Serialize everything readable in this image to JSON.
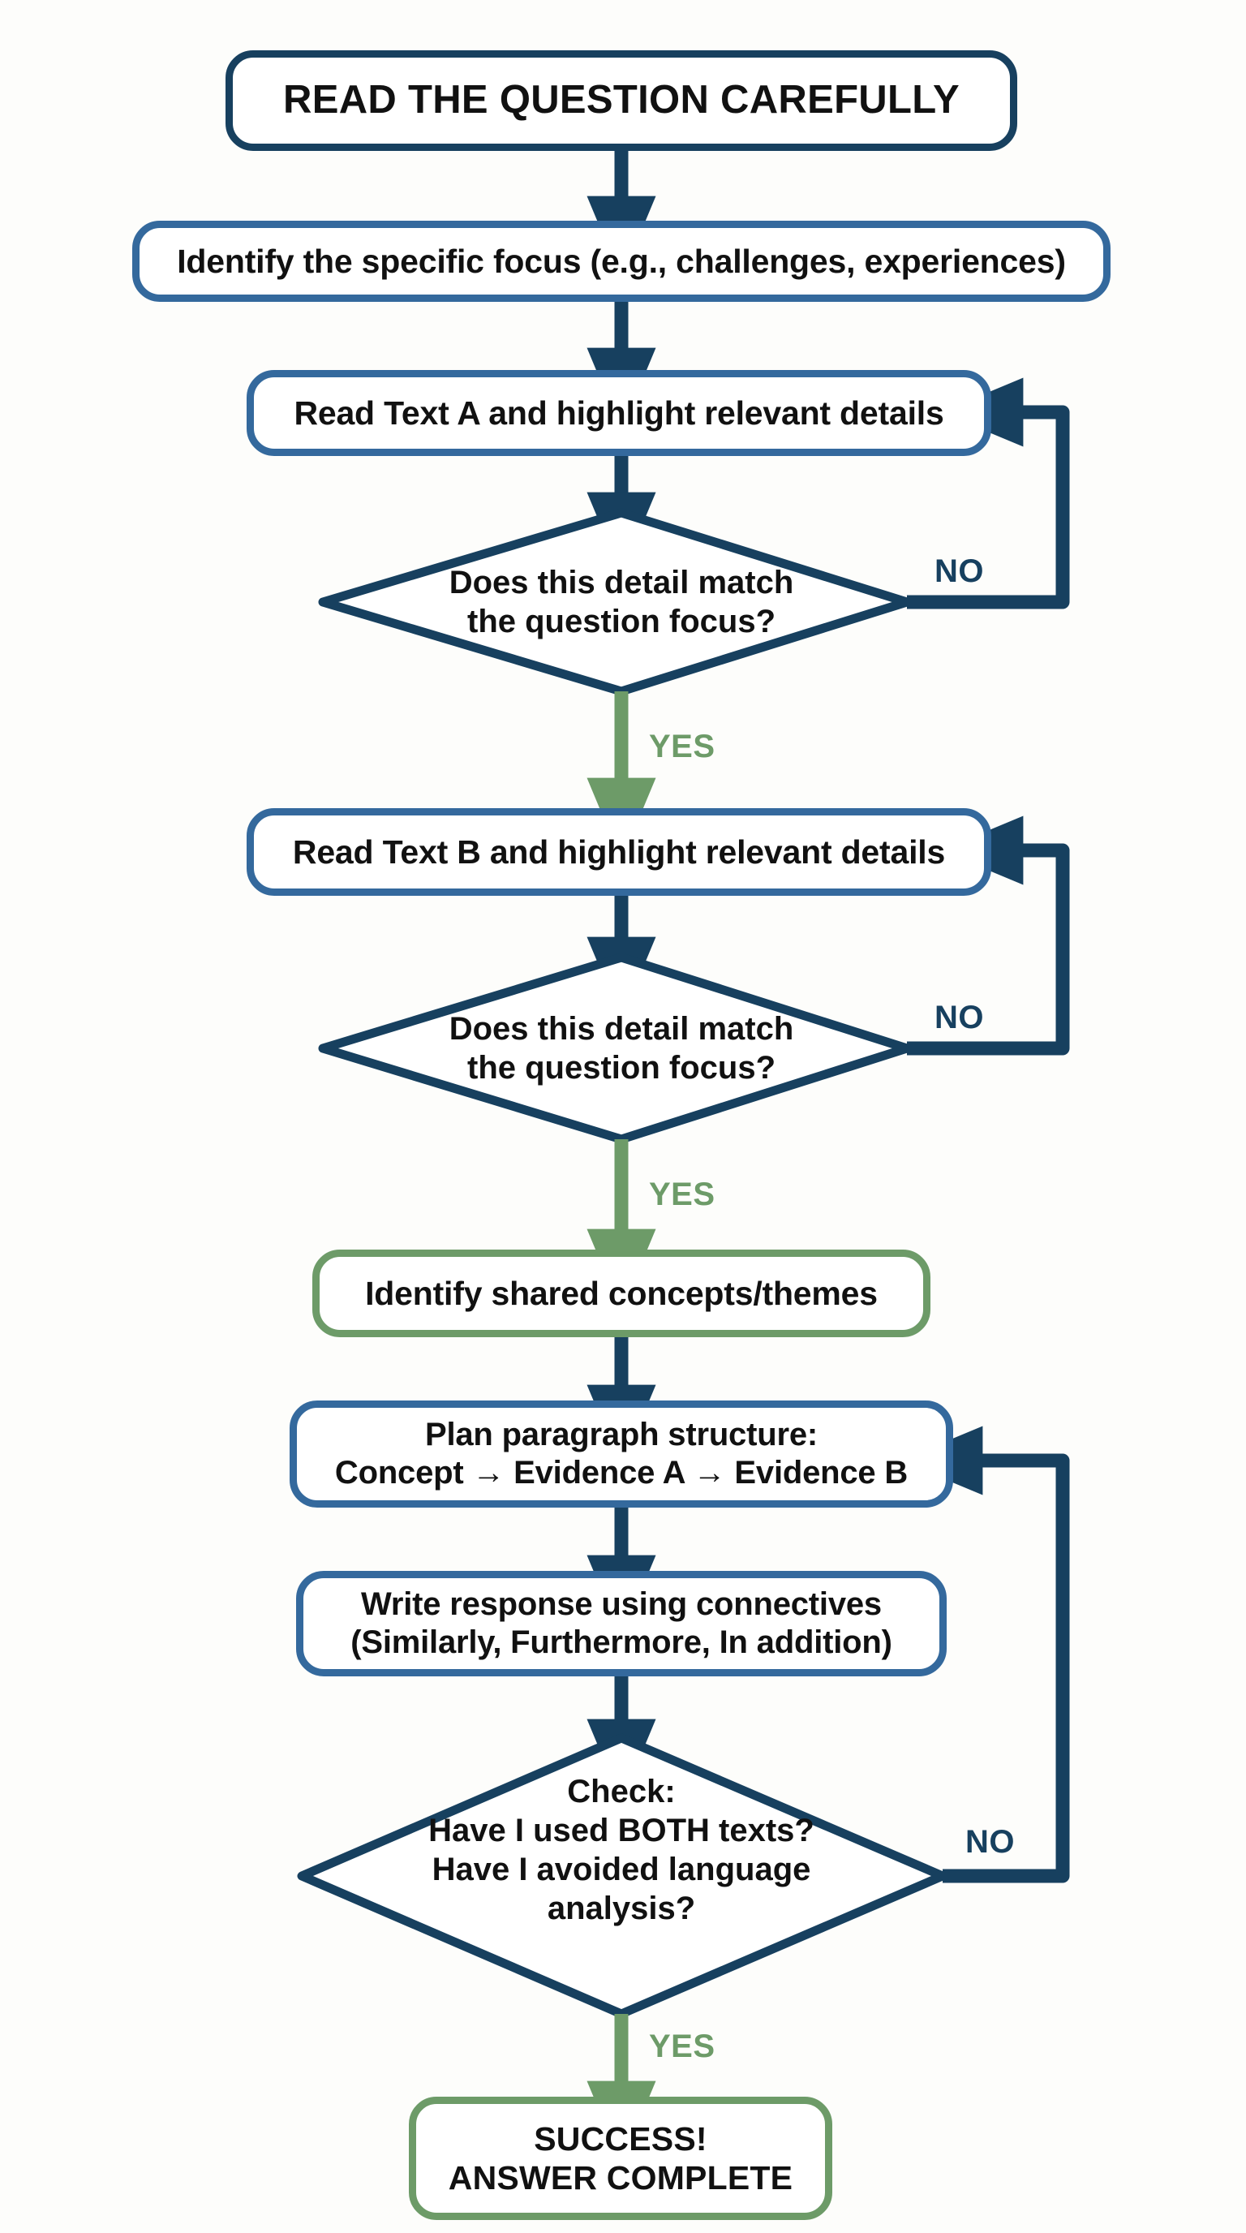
{
  "diagram": {
    "title": "Comparison Question Response Flowchart",
    "type": "flowchart",
    "background_color": "#fdfdfb",
    "palette": {
      "navy": "#17405f",
      "blue": "#34699d",
      "green": "#6d9b68",
      "text": "#111111",
      "node_fill": "#ffffff"
    },
    "nodes": [
      {
        "id": "start",
        "shape": "rounded-rect",
        "label": "READ THE QUESTION CAREFULLY",
        "color": "navy"
      },
      {
        "id": "identify-focus",
        "shape": "rounded-rect",
        "label": "Identify the specific focus (e.g., challenges, experiences)",
        "color": "blue"
      },
      {
        "id": "read-text-a",
        "shape": "rounded-rect",
        "label": "Read Text A and highlight relevant details",
        "color": "blue"
      },
      {
        "id": "decide-a",
        "shape": "diamond",
        "label": "Does this detail match\nthe question focus?",
        "color": "navy"
      },
      {
        "id": "read-text-b",
        "shape": "rounded-rect",
        "label": "Read Text B and highlight relevant details",
        "color": "blue"
      },
      {
        "id": "decide-b",
        "shape": "diamond",
        "label": "Does this detail match\nthe question focus?",
        "color": "navy"
      },
      {
        "id": "shared-concepts",
        "shape": "rounded-rect",
        "label": "Identify shared concepts/themes",
        "color": "green"
      },
      {
        "id": "plan-structure",
        "shape": "rounded-rect",
        "label": "Plan paragraph structure:\nConcept → Evidence A → Evidence B",
        "color": "blue"
      },
      {
        "id": "write-response",
        "shape": "rounded-rect",
        "label": "Write response using connectives\n(Similarly, Furthermore, In addition)",
        "color": "blue"
      },
      {
        "id": "final-check",
        "shape": "diamond",
        "label": "Check:\nHave I used BOTH texts?\nHave I avoided language\nanalysis?",
        "color": "navy"
      },
      {
        "id": "success",
        "shape": "rounded-rect",
        "label": "SUCCESS!\nANSWER COMPLETE",
        "color": "green"
      }
    ],
    "edge_labels": {
      "no_a": "NO",
      "yes_a": "YES",
      "no_b": "NO",
      "yes_b": "YES",
      "no_check": "NO",
      "yes_check": "YES"
    },
    "edges": [
      {
        "from": "start",
        "to": "identify-focus",
        "label": "",
        "color": "navy"
      },
      {
        "from": "identify-focus",
        "to": "read-text-a",
        "label": "",
        "color": "navy"
      },
      {
        "from": "read-text-a",
        "to": "decide-a",
        "label": "",
        "color": "navy"
      },
      {
        "from": "decide-a",
        "to": "read-text-a",
        "label": "NO",
        "color": "navy"
      },
      {
        "from": "decide-a",
        "to": "read-text-b",
        "label": "YES",
        "color": "green"
      },
      {
        "from": "read-text-b",
        "to": "decide-b",
        "label": "",
        "color": "navy"
      },
      {
        "from": "decide-b",
        "to": "read-text-b",
        "label": "NO",
        "color": "navy"
      },
      {
        "from": "decide-b",
        "to": "shared-concepts",
        "label": "YES",
        "color": "green"
      },
      {
        "from": "shared-concepts",
        "to": "plan-structure",
        "label": "",
        "color": "navy"
      },
      {
        "from": "plan-structure",
        "to": "write-response",
        "label": "",
        "color": "navy"
      },
      {
        "from": "write-response",
        "to": "final-check",
        "label": "",
        "color": "navy"
      },
      {
        "from": "final-check",
        "to": "plan-structure",
        "label": "NO",
        "color": "navy"
      },
      {
        "from": "final-check",
        "to": "success",
        "label": "YES",
        "color": "green"
      }
    ]
  }
}
